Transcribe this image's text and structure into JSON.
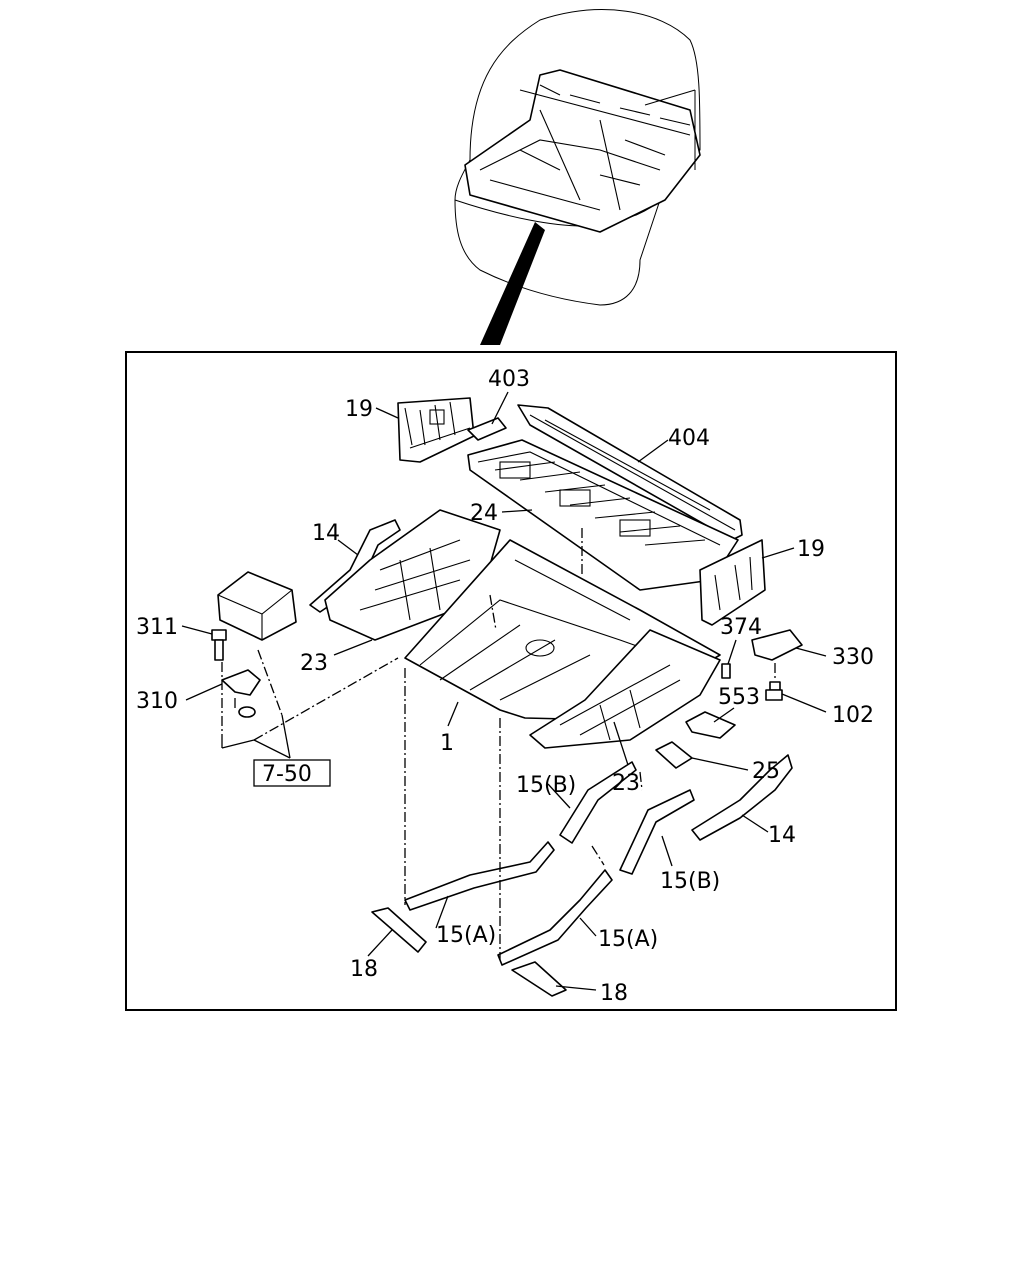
{
  "labels": {
    "l19a": "19",
    "l403": "403",
    "l404": "404",
    "l24": "24",
    "l14a": "14",
    "l19b": "19",
    "l311": "311",
    "l23a": "23",
    "l374": "374",
    "l330": "330",
    "l310": "310",
    "l553": "553",
    "l102": "102",
    "l1": "1",
    "l750": "7-50",
    "l25": "25",
    "l23b": "23",
    "l15ba": "15(B)",
    "l14b": "14",
    "l15bb": "15(B)",
    "l15aa": "15(A)",
    "l15ab": "15(A)",
    "l18a": "18",
    "l18b": "18"
  }
}
